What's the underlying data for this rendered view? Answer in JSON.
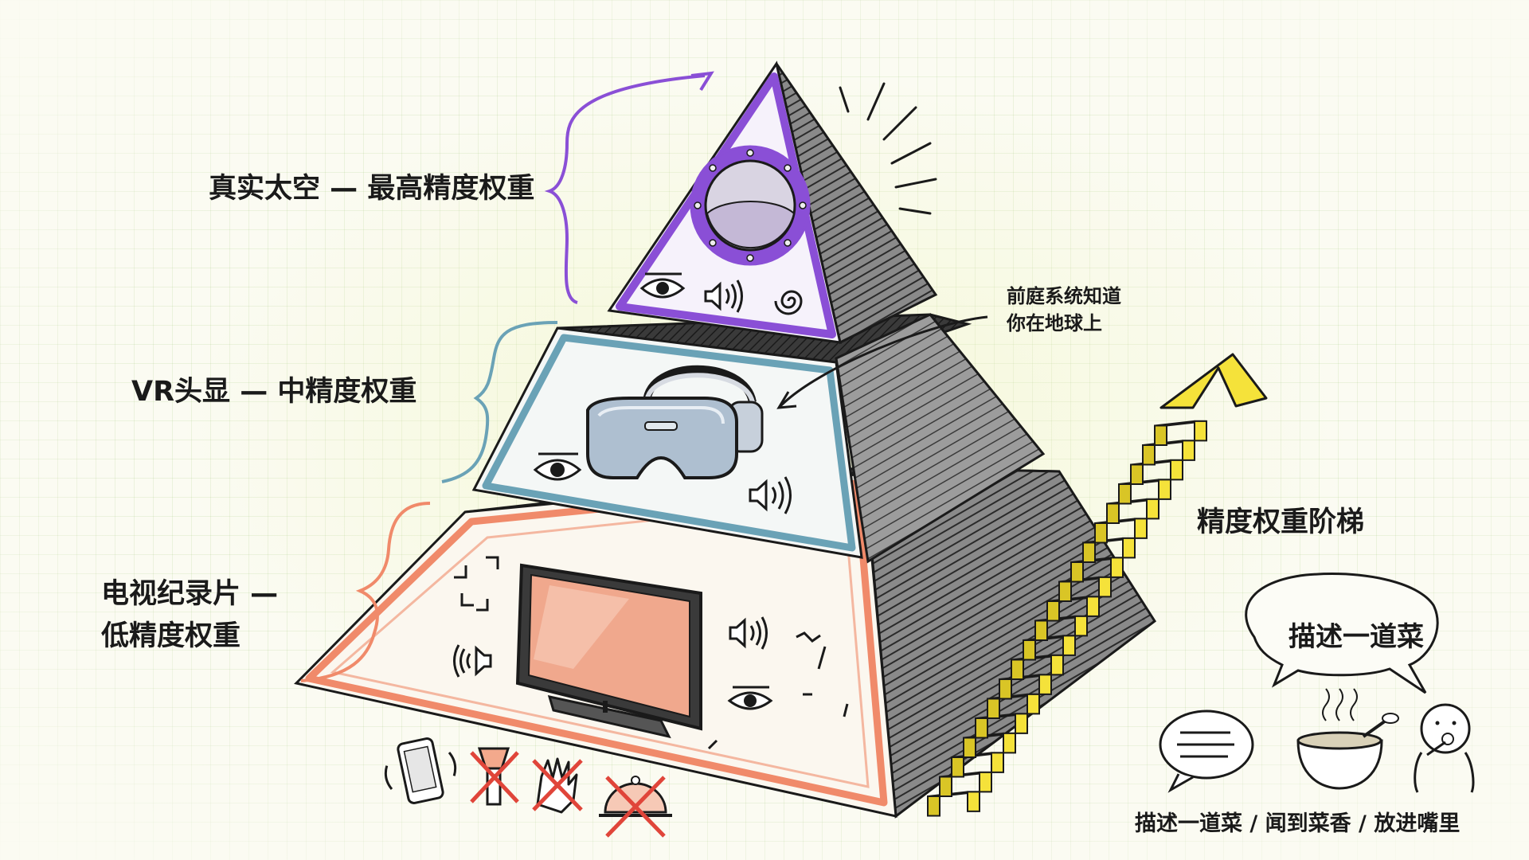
{
  "tiers": {
    "top": {
      "label": "真实太空 — 最高精度权重",
      "color": "#8a4fd6"
    },
    "middle": {
      "label": "VR头显 — 中精度权重",
      "color": "#6aa2b6"
    },
    "bottom": {
      "label_line1": "电视纪录片 —",
      "label_line2": "低精度权重",
      "color": "#f08a6a"
    }
  },
  "annotation": {
    "line1": "前庭系统知道",
    "line2": "你在地球上"
  },
  "staircase": {
    "label": "精度权重阶梯",
    "color": "#f5e23a"
  },
  "example": {
    "bubble": "描述一道菜",
    "caption": "描述一道菜 / 闻到菜香 / 放进嘴里"
  },
  "icons": {
    "top": [
      "porthole-icon",
      "eye-icon",
      "sound-icon",
      "spiral-icon"
    ],
    "middle": [
      "vr-headset-icon",
      "eye-icon",
      "sound-icon"
    ],
    "bottom": [
      "tv-icon",
      "sound-icon",
      "eye-icon",
      "phone-icon",
      "flashlight-crossed-icon",
      "hand-crossed-icon",
      "cloche-crossed-icon"
    ]
  }
}
